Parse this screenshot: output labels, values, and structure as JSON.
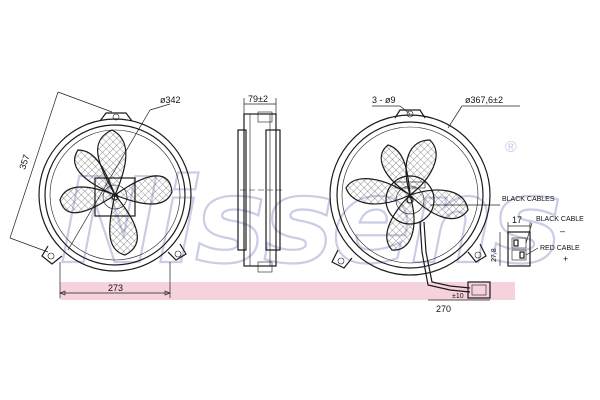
{
  "brand": {
    "watermark": "Nissens",
    "registered_mark": "®",
    "watermark_color": "#c9cde6",
    "band_color": "#f6d3dc"
  },
  "front_view": {
    "diameter_label": "ø342",
    "height_label": "357",
    "width_label": "273"
  },
  "side_view": {
    "depth_label": "79±2"
  },
  "rear_view": {
    "holes_label": "3 - ø9",
    "diameter_label": "ø367,6±2",
    "cable_label": "BLACK CABLES",
    "cable_length_label": "270",
    "cable_tolerance_label": "±10"
  },
  "connector": {
    "width_label": "17",
    "height_label": "27,8",
    "black_cable_label": "BLACK CABLE",
    "black_polarity": "–",
    "red_cable_label": "RED CABLE",
    "red_polarity": "+"
  }
}
